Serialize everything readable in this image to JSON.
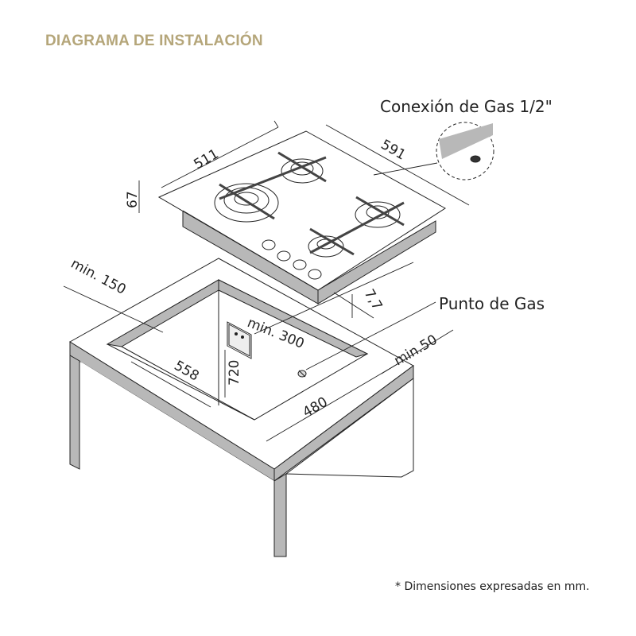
{
  "title": "DIAGRAMA DE INSTALACIÓN",
  "labels": {
    "gas_connection": "Conexión de Gas 1/2\"",
    "gas_point": "Punto de Gas"
  },
  "dimensions": {
    "width": "511",
    "depth": "591",
    "height": "67",
    "protrusion": "7,7",
    "min_left": "min. 150",
    "min_back": "min. 300",
    "min_right": "min.50",
    "cutout_width": "558",
    "cutout_depth": "480",
    "socket_height": "720"
  },
  "colors": {
    "title": "#b5a67a",
    "shade": "#b8b8b8",
    "line": "#222222"
  },
  "footnote": "* Dimensiones expresadas en mm."
}
